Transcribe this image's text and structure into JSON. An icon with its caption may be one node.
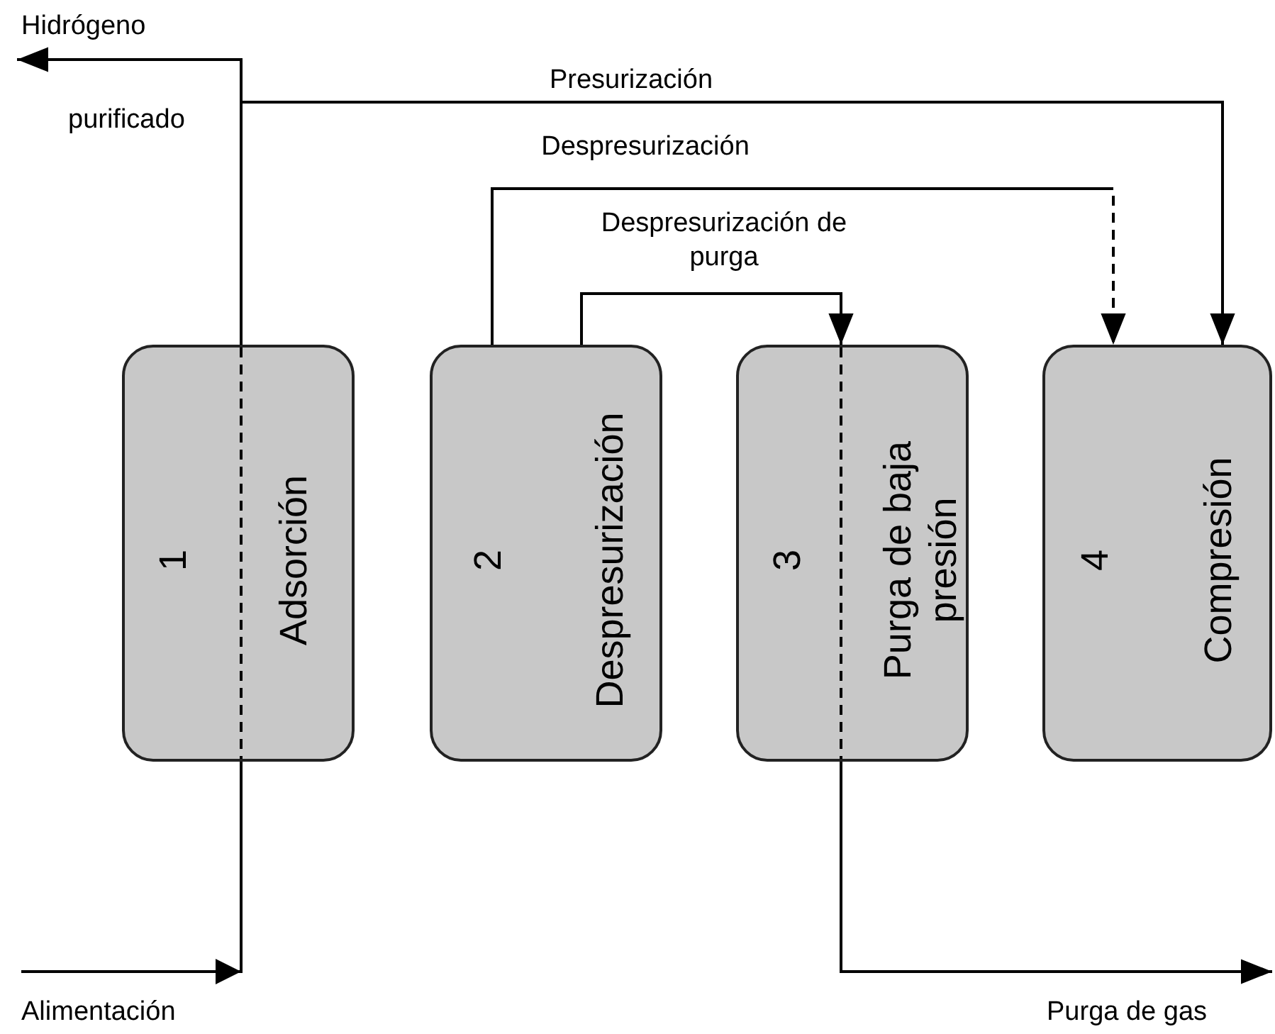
{
  "diagram": {
    "nodes": [
      {
        "text": [
          "1",
          "Adsorción"
        ]
      },
      {
        "text": [
          "2",
          "Despresurización"
        ]
      },
      {
        "text": [
          "3",
          "Purga de baja presión"
        ]
      },
      {
        "text": [
          "4",
          "Compresión"
        ]
      },
      {
        "text": [
          "Hidrógeno",
          "purificado"
        ]
      },
      {
        "text": [
          "Alimentación"
        ]
      },
      {
        "text": [
          "Purga de gas"
        ]
      }
    ],
    "edges": [
      {
        "from": 5,
        "to": 0,
        "arrow": "to"
      },
      {
        "from": 0,
        "to": 4,
        "arrow": "to"
      },
      {
        "from": 0,
        "to": 3,
        "arrow": "to",
        "label": "Presurización"
      },
      {
        "from": 1,
        "to": 3,
        "arrow": "to",
        "label": "Despresurización",
        "style": "dashed"
      },
      {
        "from": 1,
        "to": 2,
        "arrow": "to",
        "label": "Despresurización de purga"
      },
      {
        "from": 2,
        "to": 6,
        "arrow": "to"
      }
    ]
  }
}
